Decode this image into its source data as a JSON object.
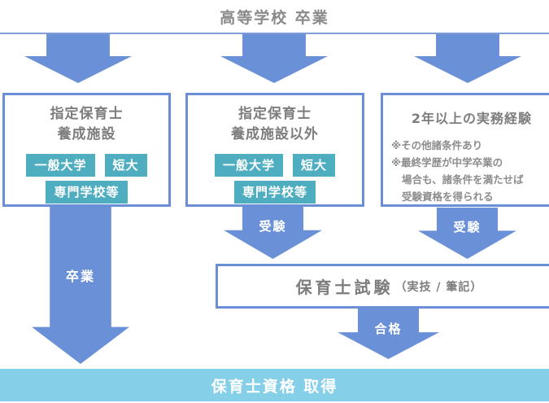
{
  "title": "高等学校 卒業",
  "columns": [
    {
      "box_title_line1": "指定保育士",
      "box_title_line2": "養成施設",
      "badges": [
        "一般大学",
        "短大",
        "専門学校等"
      ],
      "arrow_label": "卒業"
    },
    {
      "box_title_line1": "指定保育士",
      "box_title_line2": "養成施設以外",
      "badges": [
        "一般大学",
        "短大",
        "専門学校等"
      ],
      "arrow_label": "受験"
    },
    {
      "box_title": "2年以上の実務経験",
      "notes": [
        "※その他諸条件あり",
        "※最終学歴が中学卒業の",
        "場合も、諸条件を満たせば",
        "受験資格を得られる"
      ],
      "arrow_label": "受験"
    }
  ],
  "exam": {
    "title": "保育士試験",
    "subtitle": "（実技 / 筆記）"
  },
  "pass_arrow_label": "合格",
  "result_bar_label": "保育士資格 取得",
  "colors": {
    "arrow_blue": "#6a90d8",
    "box_border_blue": "#6a8fd6",
    "badge_teal": "#4fadc0",
    "result_bar_blue": "#85cfe8",
    "heading_gray": "#7d7d7d",
    "note_gray": "#8c8c8c",
    "label_white": "#ffffff"
  }
}
